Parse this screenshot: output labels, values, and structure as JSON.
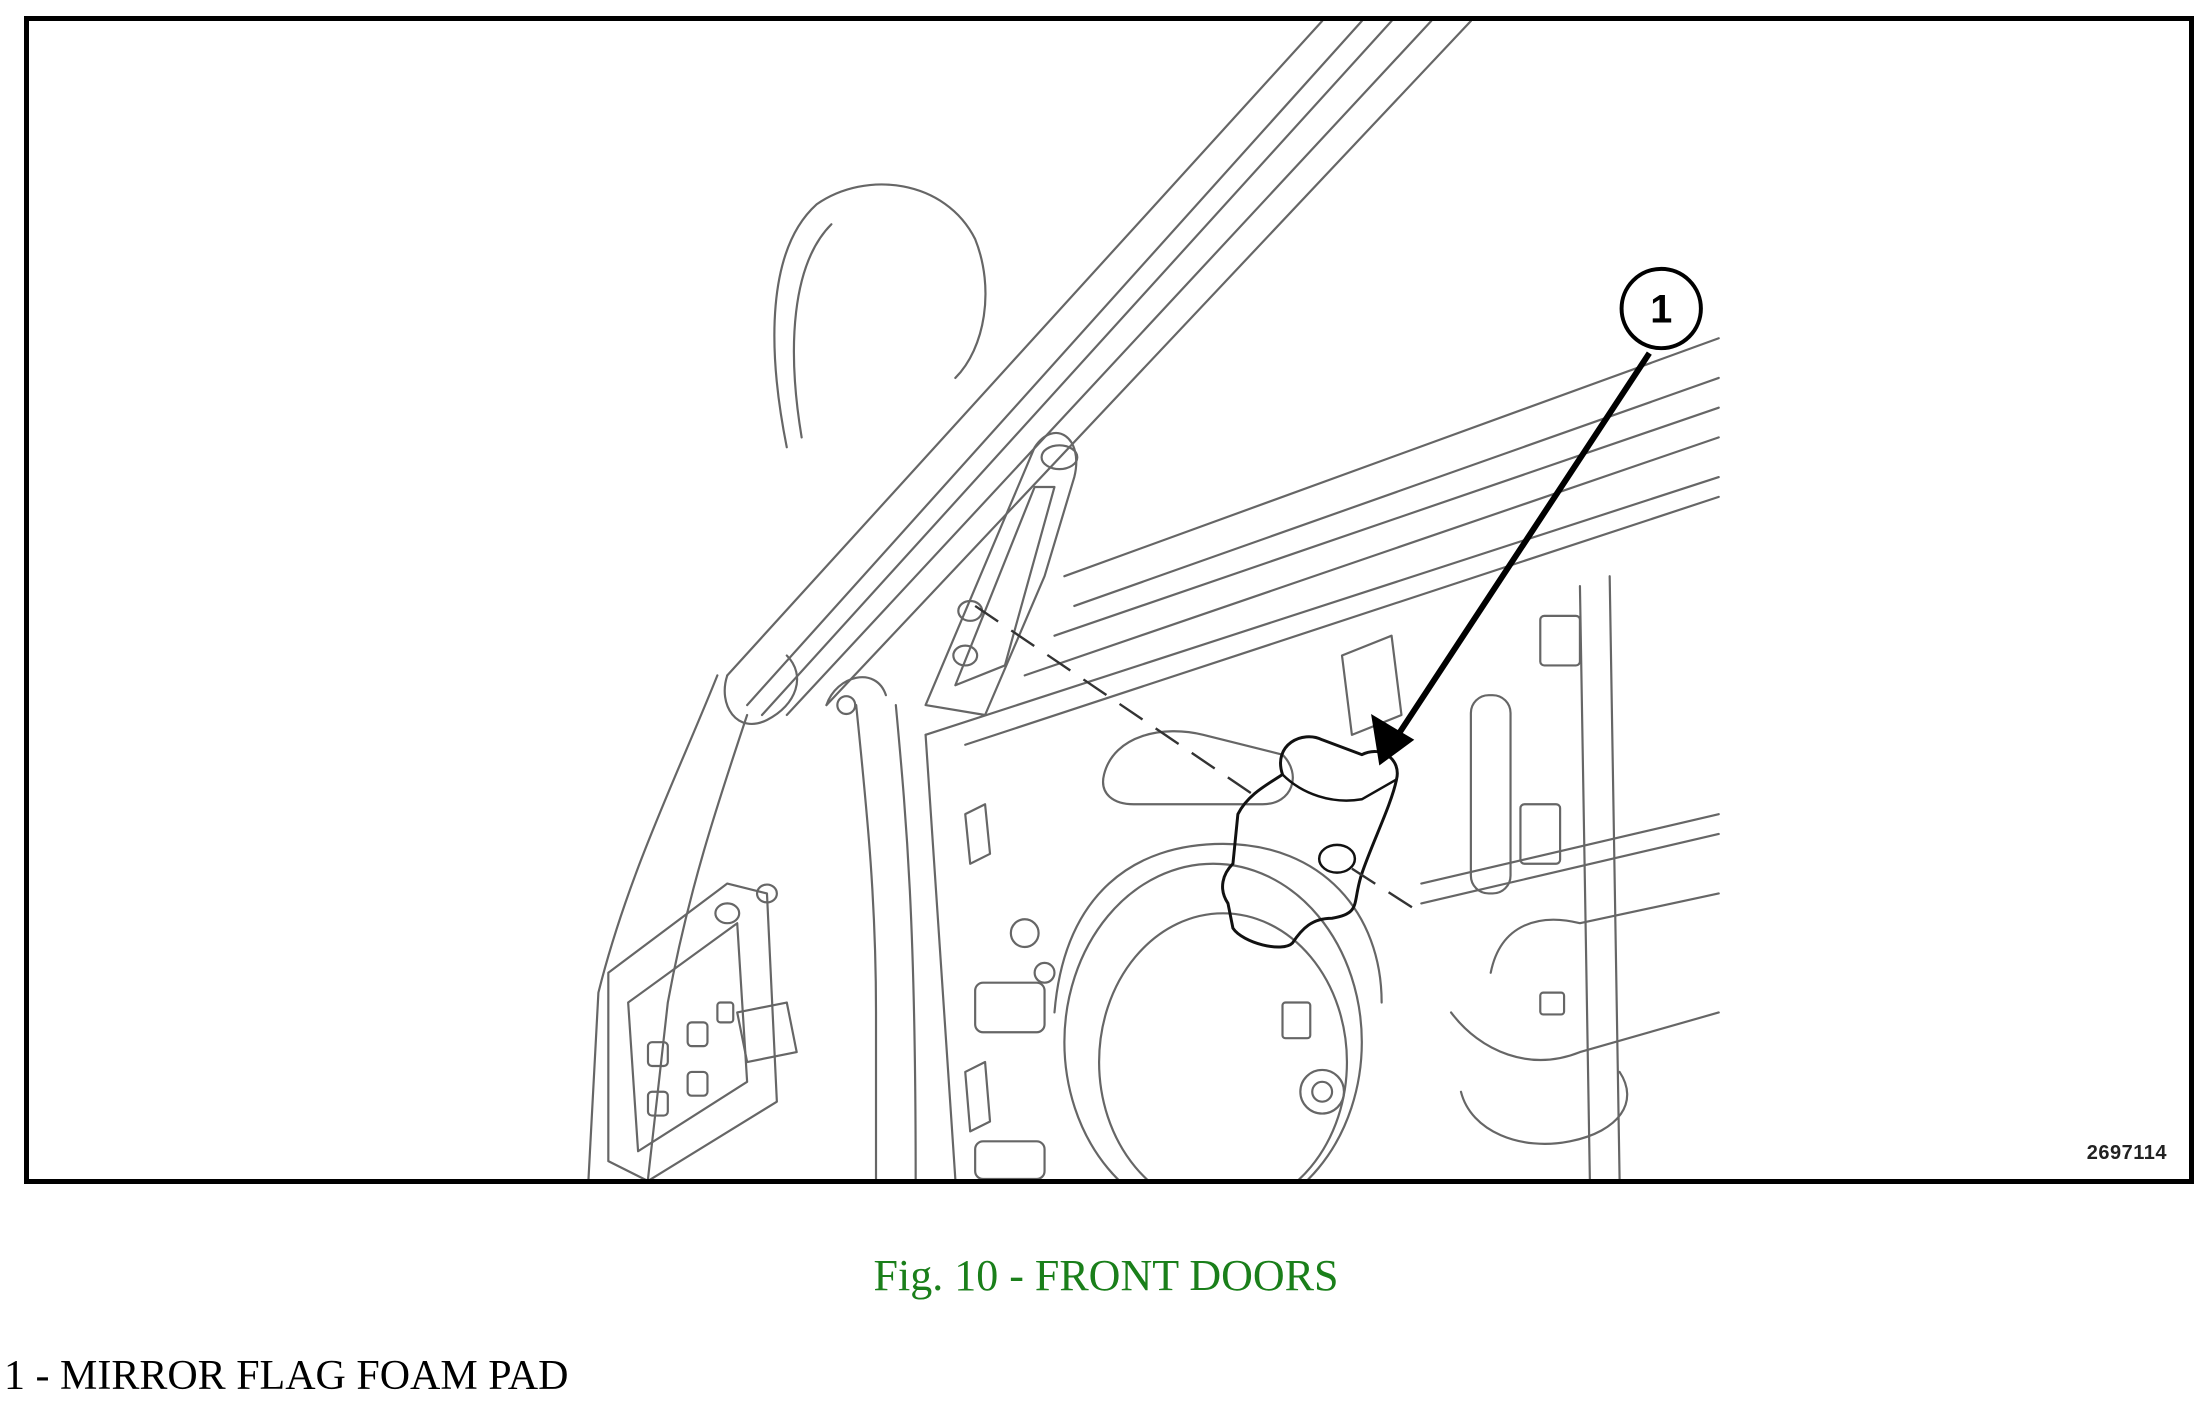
{
  "figure": {
    "reference_number": "2697114",
    "callout": {
      "number": "1"
    }
  },
  "caption": "Fig. 10 - FRONT DOORS",
  "legend": [
    {
      "number": "1",
      "text": "1 - MIRROR FLAG FOAM PAD"
    }
  ],
  "colors": {
    "caption": "#1a7f1a",
    "frame": "#000000",
    "line_art": "#555555"
  }
}
